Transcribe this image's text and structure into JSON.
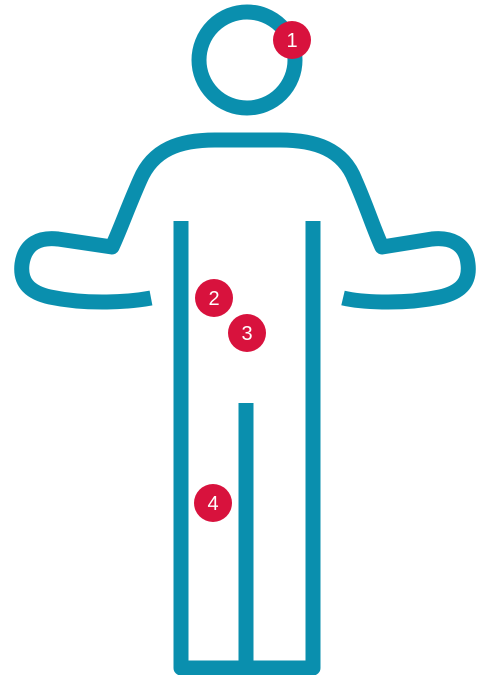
{
  "colors": {
    "figure_stroke": "#0a8fae",
    "marker_fill": "#d8123d",
    "marker_text": "#ffffff",
    "background": "#ffffff"
  },
  "markers": [
    {
      "label": "1"
    },
    {
      "label": "2"
    },
    {
      "label": "3"
    },
    {
      "label": "4"
    }
  ]
}
